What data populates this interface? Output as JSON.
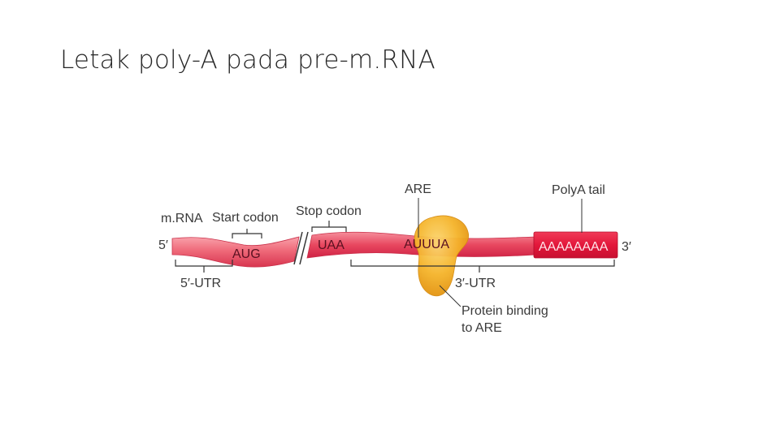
{
  "slide": {
    "title": "Letak poly-A pada pre-m.RNA"
  },
  "diagram": {
    "mrna_label": "m.RNA",
    "five_prime": "5′",
    "three_prime": "3′",
    "start_codon_label": "Start codon",
    "start_codon_seq": "AUG",
    "stop_codon_label": "Stop codon",
    "stop_codon_seq": "UAA",
    "are_label": "ARE",
    "are_seq": "AUUUA",
    "polya_label": "PolyA tail",
    "polya_seq": "AAAAAAAA",
    "utr5_label": "5′-UTR",
    "utr3_label": "3′-UTR",
    "protein_label_line1": "Protein binding",
    "protein_label_line2": "to ARE",
    "colors": {
      "strand_light": "#f47a86",
      "strand_mid": "#e85a6a",
      "strand_dark": "#d8284a",
      "polya": "#e4203f",
      "protein": "#f5b42a",
      "protein_shade": "#e39410"
    }
  }
}
